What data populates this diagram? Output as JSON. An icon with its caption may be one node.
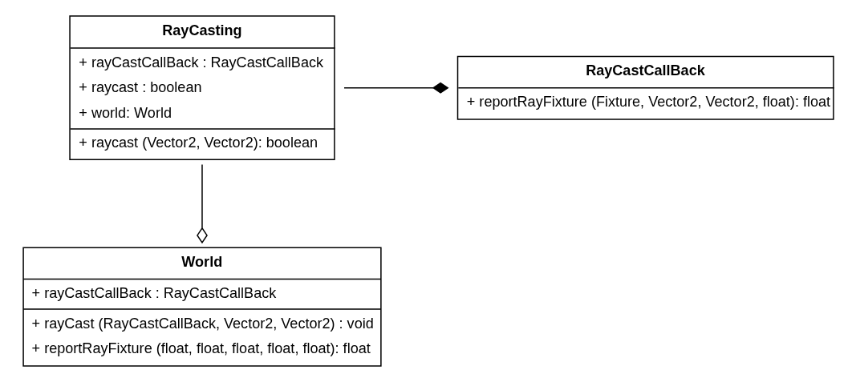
{
  "diagram": {
    "nodes": [
      {
        "text": [
          "RayCasting",
          "+ rayCastCallBack : RayCastCallBack",
          "+ raycast : boolean",
          "+ world: World",
          "+ raycast (Vector2, Vector2): boolean"
        ]
      },
      {
        "text": [
          "RayCastCallBack",
          "+ reportRayFixture (Fixture, Vector2, Vector2, float): float"
        ]
      },
      {
        "text": [
          "World",
          "+ rayCastCallBack : RayCastCallBack",
          "+ rayCast (RayCastCallBack, Vector2, Vector2) : void",
          "+ reportRayFixture (float, float, float, float, float): float"
        ]
      }
    ],
    "edges": [
      {
        "from": 0,
        "to": 1,
        "arrow": "other"
      },
      {
        "from": 0,
        "to": 2,
        "arrow": "other"
      }
    ]
  }
}
